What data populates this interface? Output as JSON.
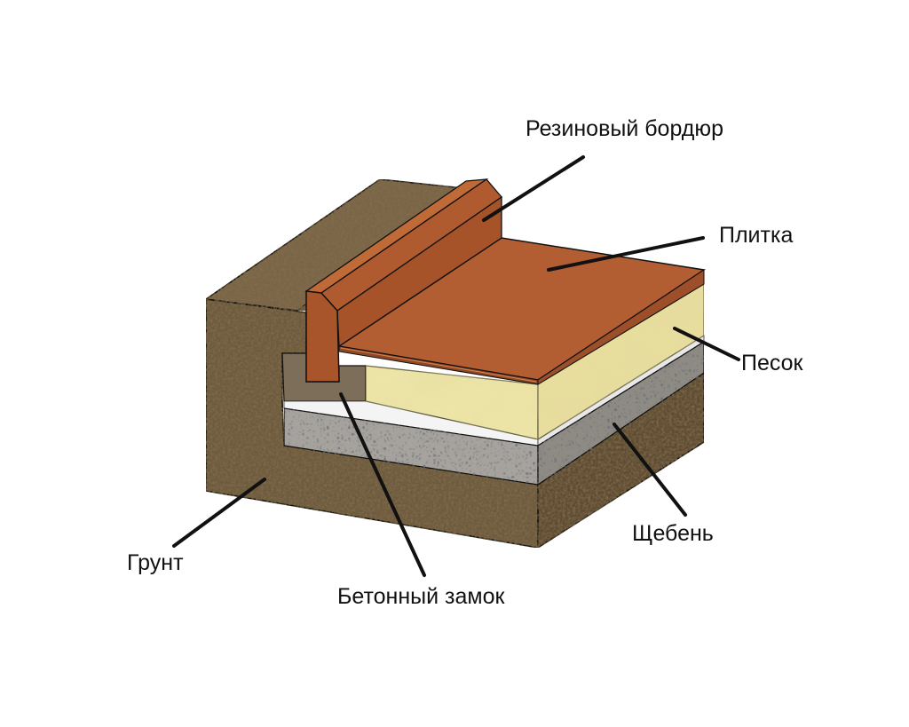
{
  "labels": {
    "rubber_curb": "Резиновый бордюр",
    "tile": "Плитка",
    "sand": "Песок",
    "gravel": "Щебень",
    "soil": "Грунт",
    "concrete_lock": "Бетонный замок"
  },
  "colors": {
    "soil": "#6e5a3e",
    "soil_dark": "#4e3f2a",
    "curb": "#a8552b",
    "tile": "#b35e32",
    "sand": "#efe6a8",
    "gravel": "#9a9690",
    "concrete": "#7c6e58",
    "line": "#111111"
  }
}
